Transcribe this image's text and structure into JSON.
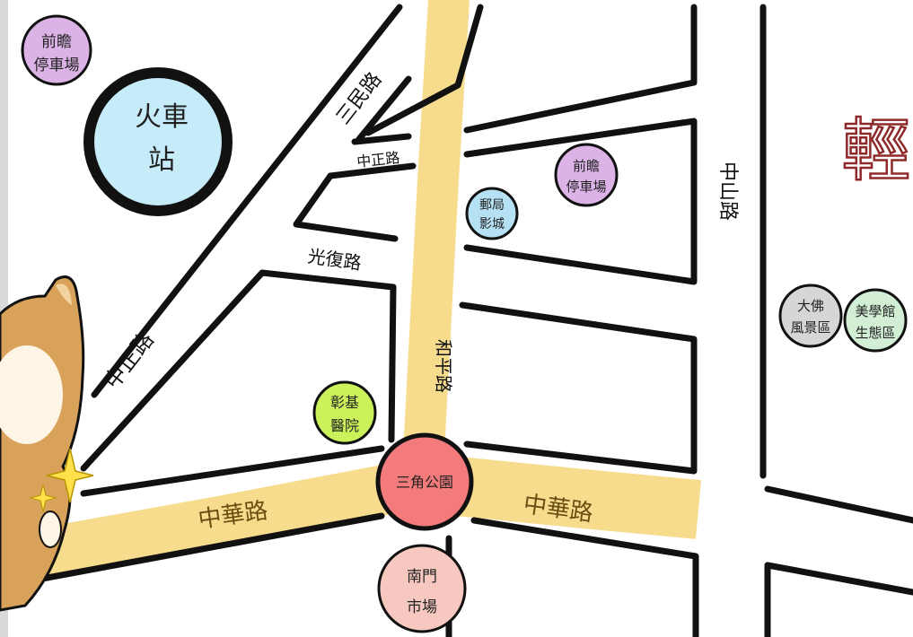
{
  "roads": {
    "san_min": "三民路",
    "zhong_zheng_short": "中正路",
    "zhong_zheng_long": "中正路",
    "guang_fu": "光復路",
    "he_ping": "和平路",
    "zhong_hua_left": "中華路",
    "zhong_hua_right": "中華路",
    "zhong_shan": "中山路"
  },
  "pois": {
    "parking_top_left": {
      "line1": "前瞻",
      "line2": "停車場",
      "color": "#dcb3e6"
    },
    "train_station": {
      "line1": "火車",
      "line2": "站",
      "color": "#c7ecf9"
    },
    "post_office": {
      "line1": "郵局",
      "line2": "影城",
      "color": "#b6e0f4"
    },
    "parking_mid": {
      "line1": "前瞻",
      "line2": "停車場",
      "color": "#dcb3e6"
    },
    "great_buddha": {
      "line1": "大佛",
      "line2": "風景區",
      "color": "#d6d6d6"
    },
    "art_museum": {
      "line1": "美學館",
      "line2": "生態區",
      "color": "#d2efd6"
    },
    "hospital": {
      "line1": "彰基",
      "line2": "醫院",
      "color": "#ccf25b"
    },
    "triangle_park": {
      "label": "三角公園",
      "color": "#f37b7b"
    },
    "south_gate_market": {
      "line1": "南門",
      "line2": "市場",
      "color": "#f6c8c0"
    }
  },
  "edge_text": "輕",
  "colors": {
    "road_highlight": "#f8dc8e",
    "road_outline": "#111111",
    "edge_text": "#8e2a2a",
    "mascot_fur": "#d9a25a"
  },
  "mascot_icon": "shiba-dog-icon"
}
